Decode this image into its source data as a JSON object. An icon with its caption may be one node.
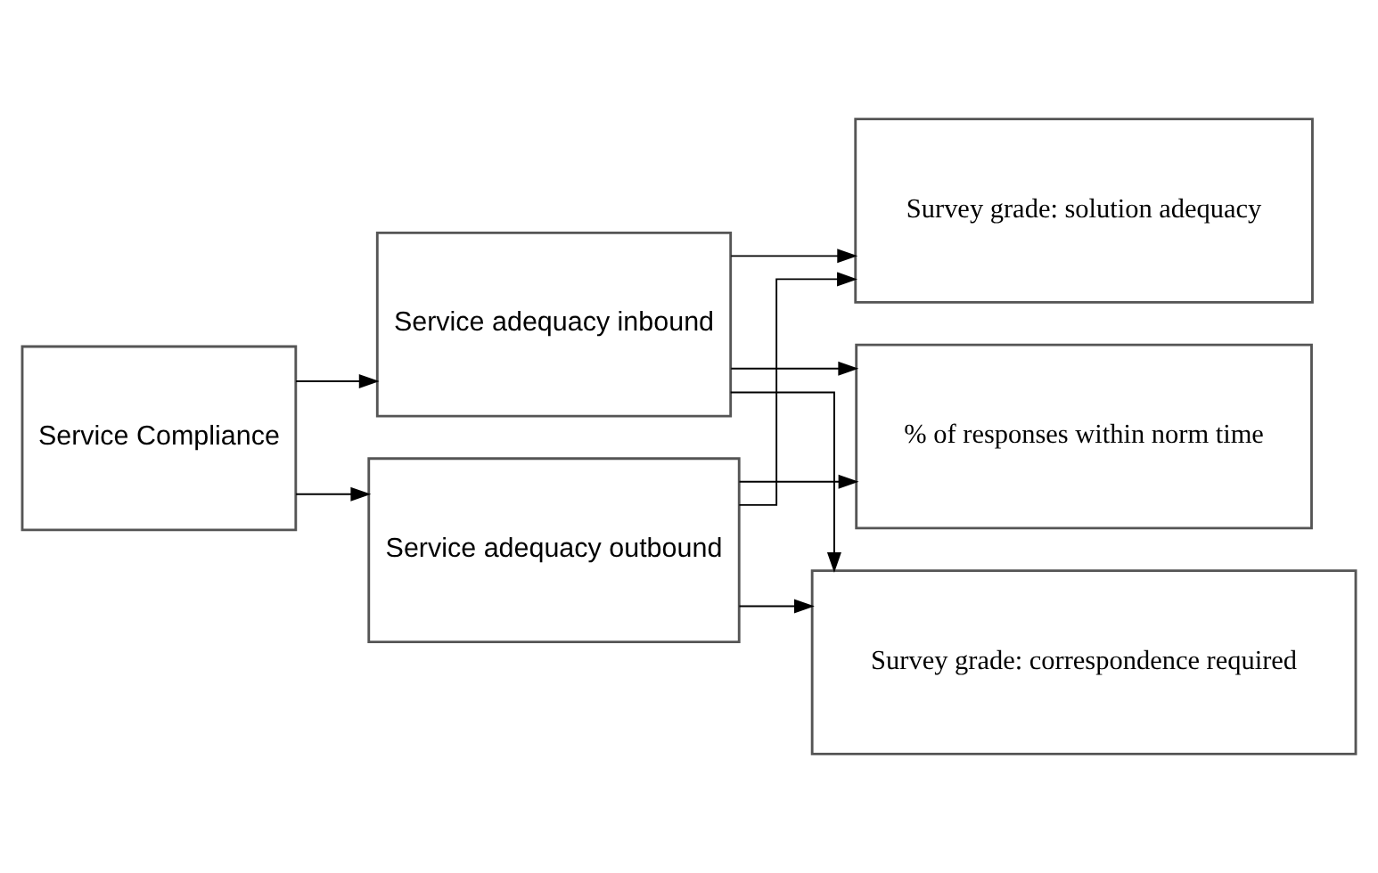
{
  "diagram": {
    "nodes": [
      {
        "text": [
          "Service Compliance"
        ]
      },
      {
        "text": [
          "Service adequacy inbound"
        ]
      },
      {
        "text": [
          "Service adequacy outbound"
        ]
      },
      {
        "text": [
          "Survey grade: solution adequacy"
        ]
      },
      {
        "text": [
          "% of responses within norm time"
        ]
      },
      {
        "text": [
          "Survey grade: correspondence required"
        ]
      }
    ],
    "edges": [
      {
        "from": 0,
        "to": 1,
        "arrow": "to"
      },
      {
        "from": 0,
        "to": 2,
        "arrow": "to"
      },
      {
        "from": 1,
        "to": 3,
        "arrow": "to"
      },
      {
        "from": 1,
        "to": 4,
        "arrow": "to"
      },
      {
        "from": 1,
        "to": 5,
        "arrow": "to"
      },
      {
        "from": 2,
        "to": 3,
        "arrow": "to"
      },
      {
        "from": 2,
        "to": 4,
        "arrow": "to"
      },
      {
        "from": 2,
        "to": 5,
        "arrow": "to"
      }
    ]
  }
}
